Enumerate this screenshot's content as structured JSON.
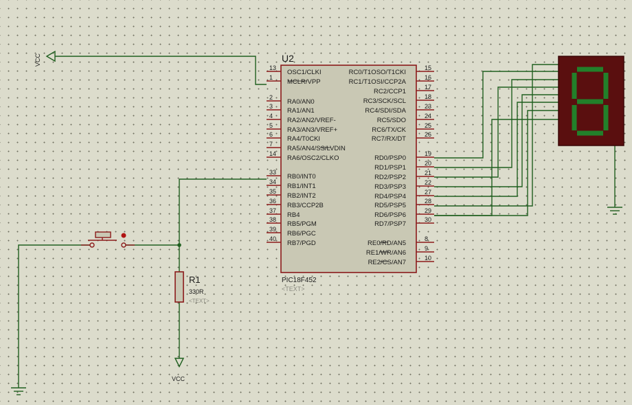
{
  "supply_top": {
    "label": "VCC"
  },
  "supply_bottom": {
    "label": "VCC"
  },
  "mcu": {
    "ref": "U2",
    "part": "PIC18F452",
    "text_placeholder": "<TEXT>",
    "left_pins": [
      {
        "num": "13",
        "name": "OSC1/CLKI"
      },
      {
        "num": "1",
        "name": "MCLR/VPP"
      },
      {
        "num": "2",
        "name": "RA0/AN0"
      },
      {
        "num": "3",
        "name": "RA1/AN1"
      },
      {
        "num": "4",
        "name": "RA2/AN2/VREF-"
      },
      {
        "num": "5",
        "name": "RA3/AN3/VREF+"
      },
      {
        "num": "6",
        "name": "RA4/T0CKI"
      },
      {
        "num": "7",
        "name": "RA5/AN4/SS/LVDIN"
      },
      {
        "num": "14",
        "name": "RA6/OSC2/CLKO"
      },
      {
        "num": "33",
        "name": "RB0/INT0"
      },
      {
        "num": "34",
        "name": "RB1/INT1"
      },
      {
        "num": "35",
        "name": "RB2/INT2"
      },
      {
        "num": "36",
        "name": "RB3/CCP2B"
      },
      {
        "num": "37",
        "name": "RB4"
      },
      {
        "num": "38",
        "name": "RB5/PGM"
      },
      {
        "num": "39",
        "name": "RB6/PGC"
      },
      {
        "num": "40",
        "name": "RB7/PGD"
      }
    ],
    "right_pins": [
      {
        "num": "15",
        "name": "RC0/T1OSO/T1CKI"
      },
      {
        "num": "16",
        "name": "RC1/T1OSI/CCP2A"
      },
      {
        "num": "17",
        "name": "RC2/CCP1"
      },
      {
        "num": "18",
        "name": "RC3/SCK/SCL"
      },
      {
        "num": "23",
        "name": "RC4/SDI/SDA"
      },
      {
        "num": "24",
        "name": "RC5/SDO"
      },
      {
        "num": "25",
        "name": "RC6/TX/CK"
      },
      {
        "num": "26",
        "name": "RC7/RX/DT"
      },
      {
        "num": "19",
        "name": "RD0/PSP0"
      },
      {
        "num": "20",
        "name": "RD1/PSP1"
      },
      {
        "num": "21",
        "name": "RD2/PSP2"
      },
      {
        "num": "22",
        "name": "RD3/PSP3"
      },
      {
        "num": "27",
        "name": "RD4/PSP4"
      },
      {
        "num": "28",
        "name": "RD5/PSP5"
      },
      {
        "num": "29",
        "name": "RD6/PSP6"
      },
      {
        "num": "30",
        "name": "RD7/PSP7"
      },
      {
        "num": "8",
        "name": "RE0/RD/AN5"
      },
      {
        "num": "9",
        "name": "RE1/WR/AN6"
      },
      {
        "num": "10",
        "name": "RE2/CS/AN7"
      }
    ]
  },
  "resistor": {
    "ref": "R1",
    "value": "330R",
    "text_placeholder": "<TEXT>"
  },
  "colors": {
    "wire": "#1f5f1f",
    "part": "#8b1a1a",
    "body": "#c9c8b4",
    "display_bg": "#5a0f0f",
    "segment": "#22802a"
  }
}
